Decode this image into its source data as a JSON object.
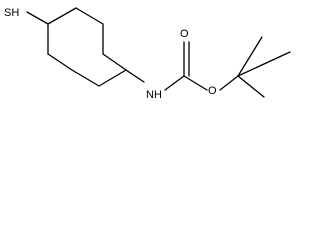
{
  "molecule": {
    "atoms": {
      "thiol": "SH",
      "amine": "NH",
      "carbonyl_oxygen": "O",
      "ester_oxygen": "O"
    }
  }
}
